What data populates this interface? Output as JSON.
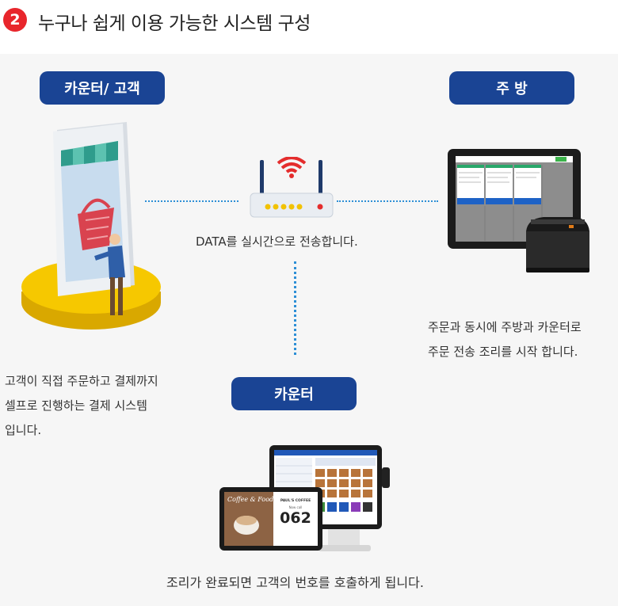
{
  "header": {
    "step_number": "2",
    "title": "누구나 쉽게 이용 가능한 시스템 구성"
  },
  "labels": {
    "counter_customer": "카운터/ 고객",
    "kitchen": "주 방",
    "counter": "카운터"
  },
  "captions": {
    "data_transfer": "DATA를 실시간으로 전송합니다.",
    "kitchen_lines": [
      "주문과 동시에 주방과 카운터로",
      "주문 전송 조리를 시작 합니다."
    ],
    "customer_lines": [
      "고객이 직접 주문하고 결제까지",
      "셀프로 진행하는 결제 시스템",
      "입니다."
    ],
    "bottom": "조리가 완료되면 고객의 번호를 호출하게 됩니다."
  },
  "display": {
    "brand": "Coffee & Food",
    "shop_name": "PAUL'S COFFEE",
    "now_calling": "Now call",
    "order_number": "062"
  },
  "colors": {
    "badge": "#e8262c",
    "pill": "#1a4494",
    "connector": "#2d8fd6",
    "panel_bg": "#f6f6f6"
  },
  "icons": {
    "router": "wifi-router-icon",
    "kiosk": "kiosk-phone-icon",
    "kds": "kitchen-display-icon",
    "printer": "receipt-printer-icon",
    "pos": "pos-terminal-icon",
    "call_display": "order-call-display-icon"
  }
}
